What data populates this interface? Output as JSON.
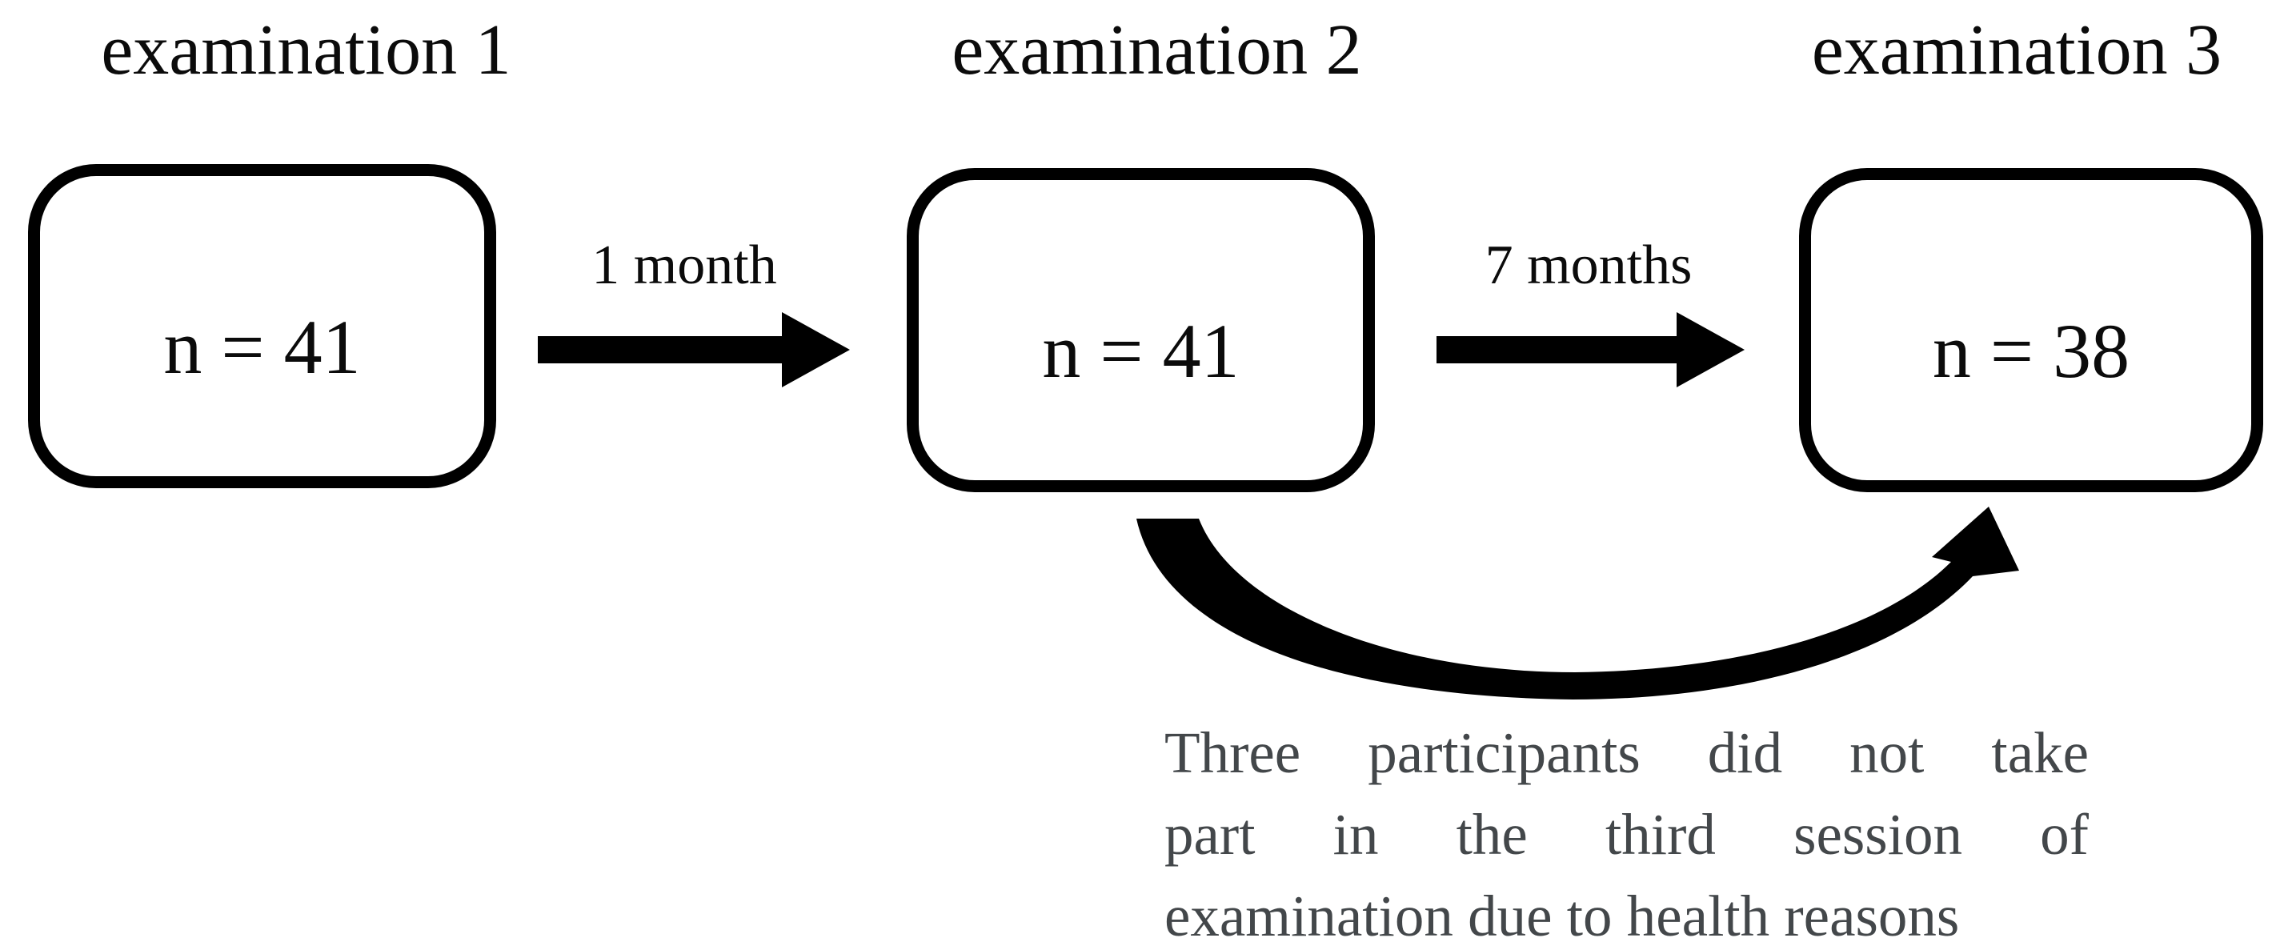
{
  "figure": {
    "background_color": "#ffffff",
    "shape_color": "#000000",
    "note_text_color": "#43474a",
    "stages": [
      {
        "label": "examination 1",
        "count": "n = 41"
      },
      {
        "label": "examination 2",
        "count": "n = 41"
      },
      {
        "label": "examination 3",
        "count": "n = 38"
      }
    ],
    "intervals": [
      {
        "label": "1 month"
      },
      {
        "label": "7 months"
      }
    ],
    "note_lines": [
      "Three participants did not take",
      "part in the third session of",
      "examination due to health reasons"
    ]
  }
}
